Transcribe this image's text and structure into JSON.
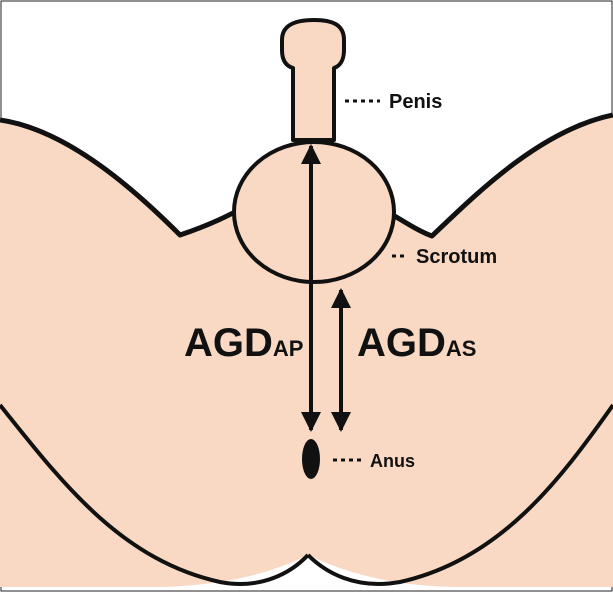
{
  "labels": {
    "penis": "Penis",
    "scrotum": "Scrotum",
    "anus": "Anus"
  },
  "measurements": {
    "agd_ap": {
      "main": "AGD",
      "sub": "AP"
    },
    "agd_as": {
      "main": "AGD",
      "sub": "AS"
    }
  },
  "colors": {
    "skin": "#f9d9c3",
    "outline": "#111111",
    "background": "#ffffff"
  }
}
